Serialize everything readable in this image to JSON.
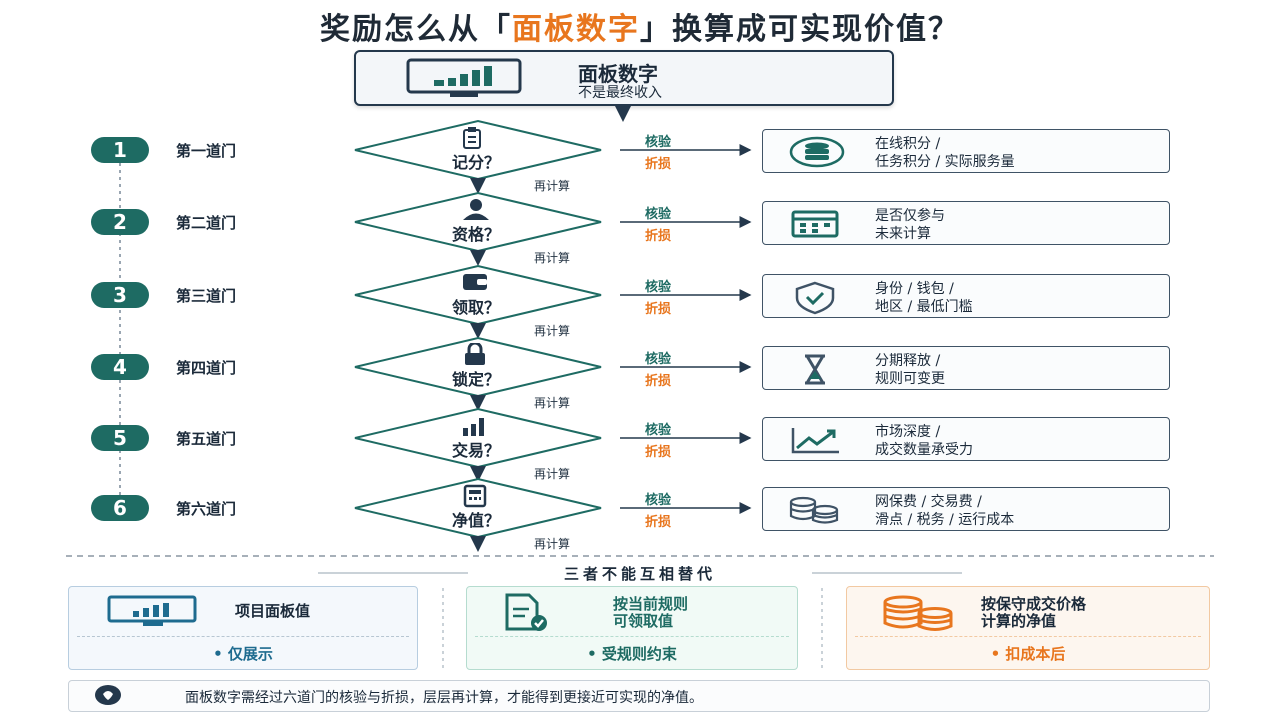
{
  "title": {
    "prefix": "奖励怎么从「",
    "highlight": "面板数字",
    "suffix": "」换算成可实现价值？"
  },
  "top": {
    "title": "面板数字",
    "subtitle": "不是最终收入",
    "icon": "monitor-chart-icon"
  },
  "labels": {
    "check": "核验",
    "loss": "折损",
    "recalc": "再计算"
  },
  "gates": [
    {
      "num": "1",
      "name": "第一道门",
      "question": "记分？",
      "q_icon": "clipboard-icon",
      "r1": "在线积分 /",
      "r2": "任务积分 / 实际服务量",
      "r_icon": "coins-icon"
    },
    {
      "num": "2",
      "name": "第二道门",
      "question": "资格？",
      "q_icon": "user-icon",
      "r1": "是否仅参与",
      "r2": "未来计算",
      "r_icon": "calendar-icon"
    },
    {
      "num": "3",
      "name": "第三道门",
      "question": "领取？",
      "q_icon": "wallet-icon",
      "r1": "身份 / 钱包 /",
      "r2": "地区 / 最低门槛",
      "r_icon": "shield-check-icon"
    },
    {
      "num": "4",
      "name": "第四道门",
      "question": "锁定？",
      "q_icon": "lock-icon",
      "r1": "分期释放 /",
      "r2": "规则可变更",
      "r_icon": "hourglass-icon"
    },
    {
      "num": "5",
      "name": "第五道门",
      "question": "交易？",
      "q_icon": "bar-chart-icon",
      "r1": "市场深度 /",
      "r2": "成交数量承受力",
      "r_icon": "line-chart-icon"
    },
    {
      "num": "6",
      "name": "第六道门",
      "question": "净值？",
      "q_icon": "calculator-icon",
      "r1": "网保费 / 交易费 /",
      "r2": "滑点 / 税务 / 运行成本",
      "r_icon": "coin-stack-icon"
    }
  ],
  "divider": "三者不能互相替代",
  "cards": [
    {
      "main1": "项目面板值",
      "main2": "",
      "foot": "仅展示",
      "icon": "monitor-icon",
      "accent": "#1e6b8f"
    },
    {
      "main1": "按当前规则",
      "main2": "可领取值",
      "foot": "受规则约束",
      "icon": "document-check-icon",
      "accent": "#1e6b63"
    },
    {
      "main1": "按保守成交价格",
      "main2": "计算的净值",
      "foot": "扣成本后",
      "icon": "coin-stack-icon",
      "accent": "#e8761e"
    }
  ],
  "note": {
    "text": "面板数字需经过六道门的核验与折损，层层再计算，才能得到更接近可实现的净值。",
    "icon": "lightbulb-icon"
  },
  "colors": {
    "teal": "#1e6b63",
    "orange": "#e8761e",
    "navy": "#24384c"
  }
}
